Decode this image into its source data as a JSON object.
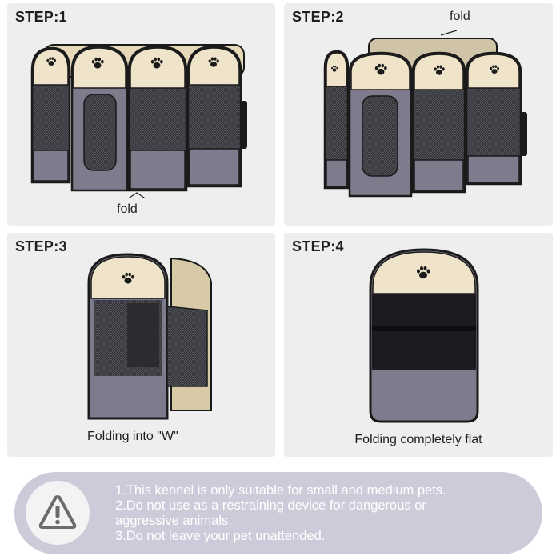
{
  "steps": [
    {
      "title": "STEP:1",
      "annotation": "fold",
      "caption": ""
    },
    {
      "title": "STEP:2",
      "annotation": "fold",
      "caption": ""
    },
    {
      "title": "STEP:3",
      "annotation": "",
      "caption": "Folding into \"W\""
    },
    {
      "title": "STEP:4",
      "annotation": "",
      "caption": "Folding completely flat"
    }
  ],
  "notice": {
    "icon": "warning-triangle-icon",
    "lines": [
      "1.This kennel is only suitable for small and medium pets.",
      "2.Do not use as a restraining device for dangerous or",
      "aggressive animals.",
      "3.Do not leave your pet unattended."
    ]
  },
  "colors": {
    "panel_bg": "#eeeeee",
    "notice_bg": "#cdcbd9",
    "beige": "#efe4c9",
    "grey_fabric": "#7d7b8c",
    "mesh": "#3a3a3e",
    "frame": "#1a1a1a"
  }
}
